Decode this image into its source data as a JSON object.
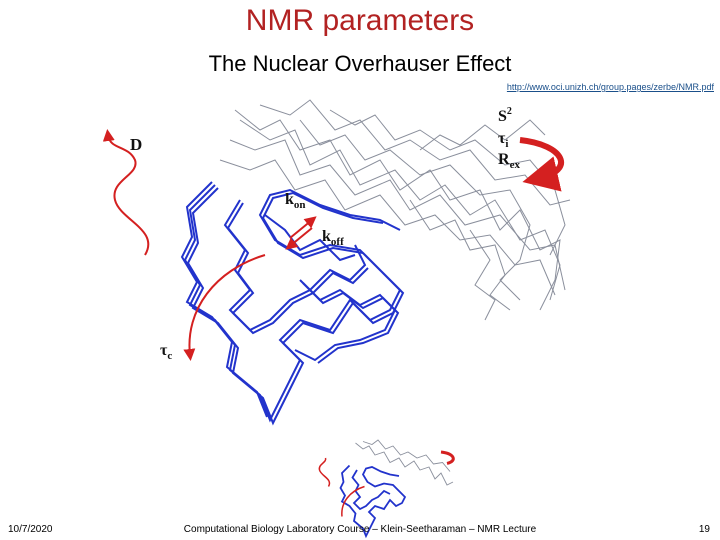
{
  "slide": {
    "title": "NMR parameters",
    "subtitle": "The Nuclear Overhauser Effect",
    "link": "http://www.oci.unizh.ch/group.pages/zerbe/NMR.pdf"
  },
  "figure": {
    "labels": {
      "D": "D",
      "kon_main": "k",
      "kon_sub": "on",
      "koff_main": "k",
      "koff_sub": "off",
      "tau_c_main": "τ",
      "tau_c_sub": "c",
      "S2_main": "S",
      "S2_sup": "2",
      "tau_i_main": "τ",
      "tau_i_sub": "i",
      "Rex_main": "R",
      "Rex_sub": "ex"
    },
    "colors": {
      "backbone_blue": "#2233cc",
      "flexible_gray": "#8a8f9c",
      "arrow_red": "#d42020"
    }
  },
  "footer": {
    "date": "10/7/2020",
    "course": "Computational Biology Laboratory Course – Klein-Seetharaman – NMR Lecture",
    "page": "19"
  }
}
